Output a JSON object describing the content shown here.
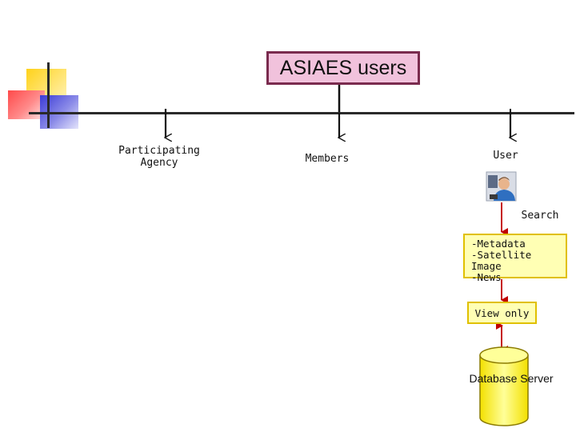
{
  "root": {
    "label": "ASIAES users"
  },
  "categories": [
    {
      "label": "Participating\nAgency"
    },
    {
      "label": "Members"
    },
    {
      "label": "User"
    }
  ],
  "user_flow": {
    "search_label": "Search",
    "content_lines": "-Metadata\n-Satellite Image\n-News",
    "access_label": "View only",
    "database_label": "Database Server"
  },
  "colors": {
    "root_fill": "#f1c2dc",
    "root_border": "#7a2b4e",
    "note_fill": "#ffffb4",
    "note_border": "#e0c000",
    "flow_arrow": "#c00000",
    "database_fill": "#ffff99"
  }
}
